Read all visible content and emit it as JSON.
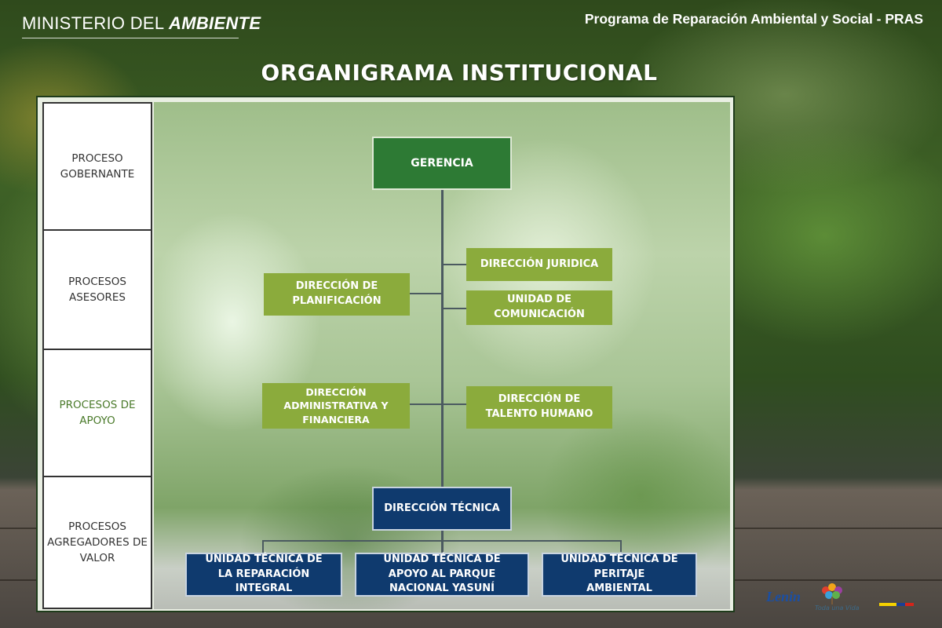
{
  "header": {
    "logo_regular": "MINISTERIO DEL ",
    "logo_bold": "AMBIENTE",
    "program": "Programa de Reparación Ambiental y Social - PRAS"
  },
  "title": "ORGANIGRAMA INSTITUCIONAL",
  "processes": [
    {
      "label": "PROCESO GOBERNANTE"
    },
    {
      "label": "PROCESOS ASESORES"
    },
    {
      "label": "PROCESOS DE APOYO"
    },
    {
      "label": "PROCESOS AGREGADORES DE VALOR"
    }
  ],
  "nodes": {
    "gerencia": "GERENCIA",
    "planificacion": "DIRECCIÓN DE PLANIFICACIÓN",
    "juridica": "DIRECCIÓN JURIDICA",
    "comunicacion": "UNIDAD DE COMUNICACIÓN",
    "administrativa": "DIRECCIÓN ADMINISTRATIVA Y FINANCIERA",
    "talento": "DIRECCIÓN DE TALENTO HUMANO",
    "tecnica": "DIRECCIÓN TÉCNICA",
    "reparacion": "UNIDAD TÉCNICA DE LA REPARACIÓN INTEGRAL",
    "yasuni": "UNIDAD TÉCNICA DE APOYO AL PARQUE NACIONAL YASUNÍ",
    "peritaje": "UNIDAD TÉCNICA DE PERITAJE AMBIENTAL"
  },
  "footer_logos": {
    "lenin": "Lenin",
    "todaunavida": "Toda una Vida"
  },
  "colors": {
    "gerencia": "#2d7a34",
    "asesor": "#8bab3c",
    "tecnica": "#0f3a6e"
  }
}
